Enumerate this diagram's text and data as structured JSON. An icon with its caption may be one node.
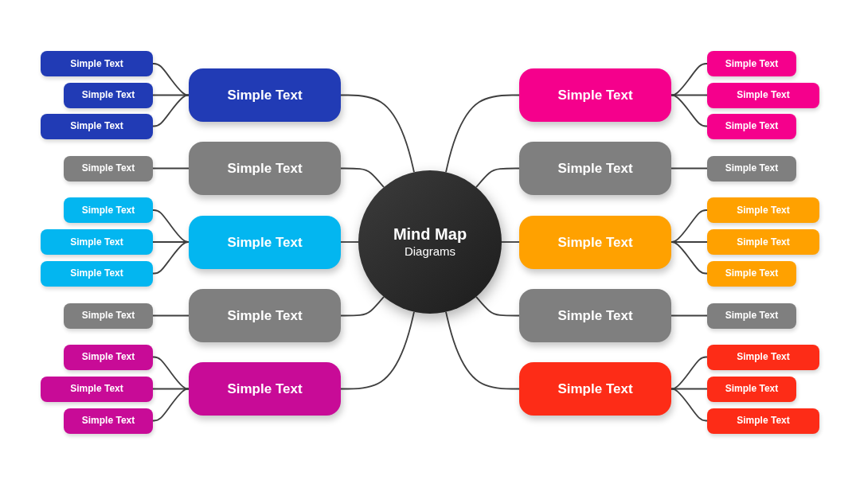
{
  "diagram": {
    "nodes": [
      {
        "text": [
          "Mind Map",
          "Diagrams"
        ]
      },
      {
        "text": [
          "Simple Text"
        ]
      },
      {
        "text": [
          "Simple Text"
        ]
      },
      {
        "text": [
          "Simple Text"
        ]
      },
      {
        "text": [
          "Simple Text"
        ]
      },
      {
        "text": [
          "Simple Text"
        ]
      },
      {
        "text": [
          "Simple Text"
        ]
      },
      {
        "text": [
          "Simple Text"
        ]
      },
      {
        "text": [
          "Simple Text"
        ]
      },
      {
        "text": [
          "Simple Text"
        ]
      },
      {
        "text": [
          "Simple Text"
        ]
      },
      {
        "text": [
          "Simple Text"
        ]
      },
      {
        "text": [
          "Simple Text"
        ]
      },
      {
        "text": [
          "Simple Text"
        ]
      },
      {
        "text": [
          "Simple Text"
        ]
      },
      {
        "text": [
          "Simple Text"
        ]
      },
      {
        "text": [
          "Simple Text"
        ]
      },
      {
        "text": [
          "Simple Text"
        ]
      },
      {
        "text": [
          "Simple Text"
        ]
      },
      {
        "text": [
          "Simple Text"
        ]
      },
      {
        "text": [
          "Simple Text"
        ]
      },
      {
        "text": [
          "Simple Text"
        ]
      },
      {
        "text": [
          "Simple Text"
        ]
      },
      {
        "text": [
          "Simple Text"
        ]
      },
      {
        "text": [
          "Simple Text"
        ]
      },
      {
        "text": [
          "Simple Text"
        ]
      },
      {
        "text": [
          "Simple Text"
        ]
      },
      {
        "text": [
          "Simple Text"
        ]
      },
      {
        "text": [
          "Simple Text"
        ]
      },
      {
        "text": [
          "Simple Text"
        ]
      },
      {
        "text": [
          "Simple Text"
        ]
      },
      {
        "text": [
          "Simple Text"
        ]
      },
      {
        "text": [
          "Simple Text"
        ]
      }
    ],
    "edges": [
      {
        "from": 0,
        "to": 1,
        "arrow": "none"
      },
      {
        "from": 1,
        "to": 2,
        "arrow": "none"
      },
      {
        "from": 1,
        "to": 3,
        "arrow": "none"
      },
      {
        "from": 1,
        "to": 4,
        "arrow": "none"
      },
      {
        "from": 0,
        "to": 5,
        "arrow": "none"
      },
      {
        "from": 5,
        "to": 6,
        "arrow": "none"
      },
      {
        "from": 0,
        "to": 7,
        "arrow": "none"
      },
      {
        "from": 7,
        "to": 8,
        "arrow": "none"
      },
      {
        "from": 7,
        "to": 9,
        "arrow": "none"
      },
      {
        "from": 7,
        "to": 10,
        "arrow": "none"
      },
      {
        "from": 0,
        "to": 11,
        "arrow": "none"
      },
      {
        "from": 11,
        "to": 12,
        "arrow": "none"
      },
      {
        "from": 0,
        "to": 13,
        "arrow": "none"
      },
      {
        "from": 13,
        "to": 14,
        "arrow": "none"
      },
      {
        "from": 13,
        "to": 15,
        "arrow": "none"
      },
      {
        "from": 13,
        "to": 16,
        "arrow": "none"
      },
      {
        "from": 0,
        "to": 17,
        "arrow": "none"
      },
      {
        "from": 17,
        "to": 18,
        "arrow": "none"
      },
      {
        "from": 17,
        "to": 19,
        "arrow": "none"
      },
      {
        "from": 17,
        "to": 20,
        "arrow": "none"
      },
      {
        "from": 0,
        "to": 21,
        "arrow": "none"
      },
      {
        "from": 21,
        "to": 22,
        "arrow": "none"
      },
      {
        "from": 0,
        "to": 23,
        "arrow": "none"
      },
      {
        "from": 23,
        "to": 24,
        "arrow": "none"
      },
      {
        "from": 23,
        "to": 25,
        "arrow": "none"
      },
      {
        "from": 23,
        "to": 26,
        "arrow": "none"
      },
      {
        "from": 0,
        "to": 27,
        "arrow": "none"
      },
      {
        "from": 27,
        "to": 28,
        "arrow": "none"
      },
      {
        "from": 0,
        "to": 29,
        "arrow": "none"
      },
      {
        "from": 29,
        "to": 30,
        "arrow": "none"
      },
      {
        "from": 29,
        "to": 31,
        "arrow": "none"
      },
      {
        "from": 29,
        "to": 32,
        "arrow": "none"
      }
    ]
  }
}
